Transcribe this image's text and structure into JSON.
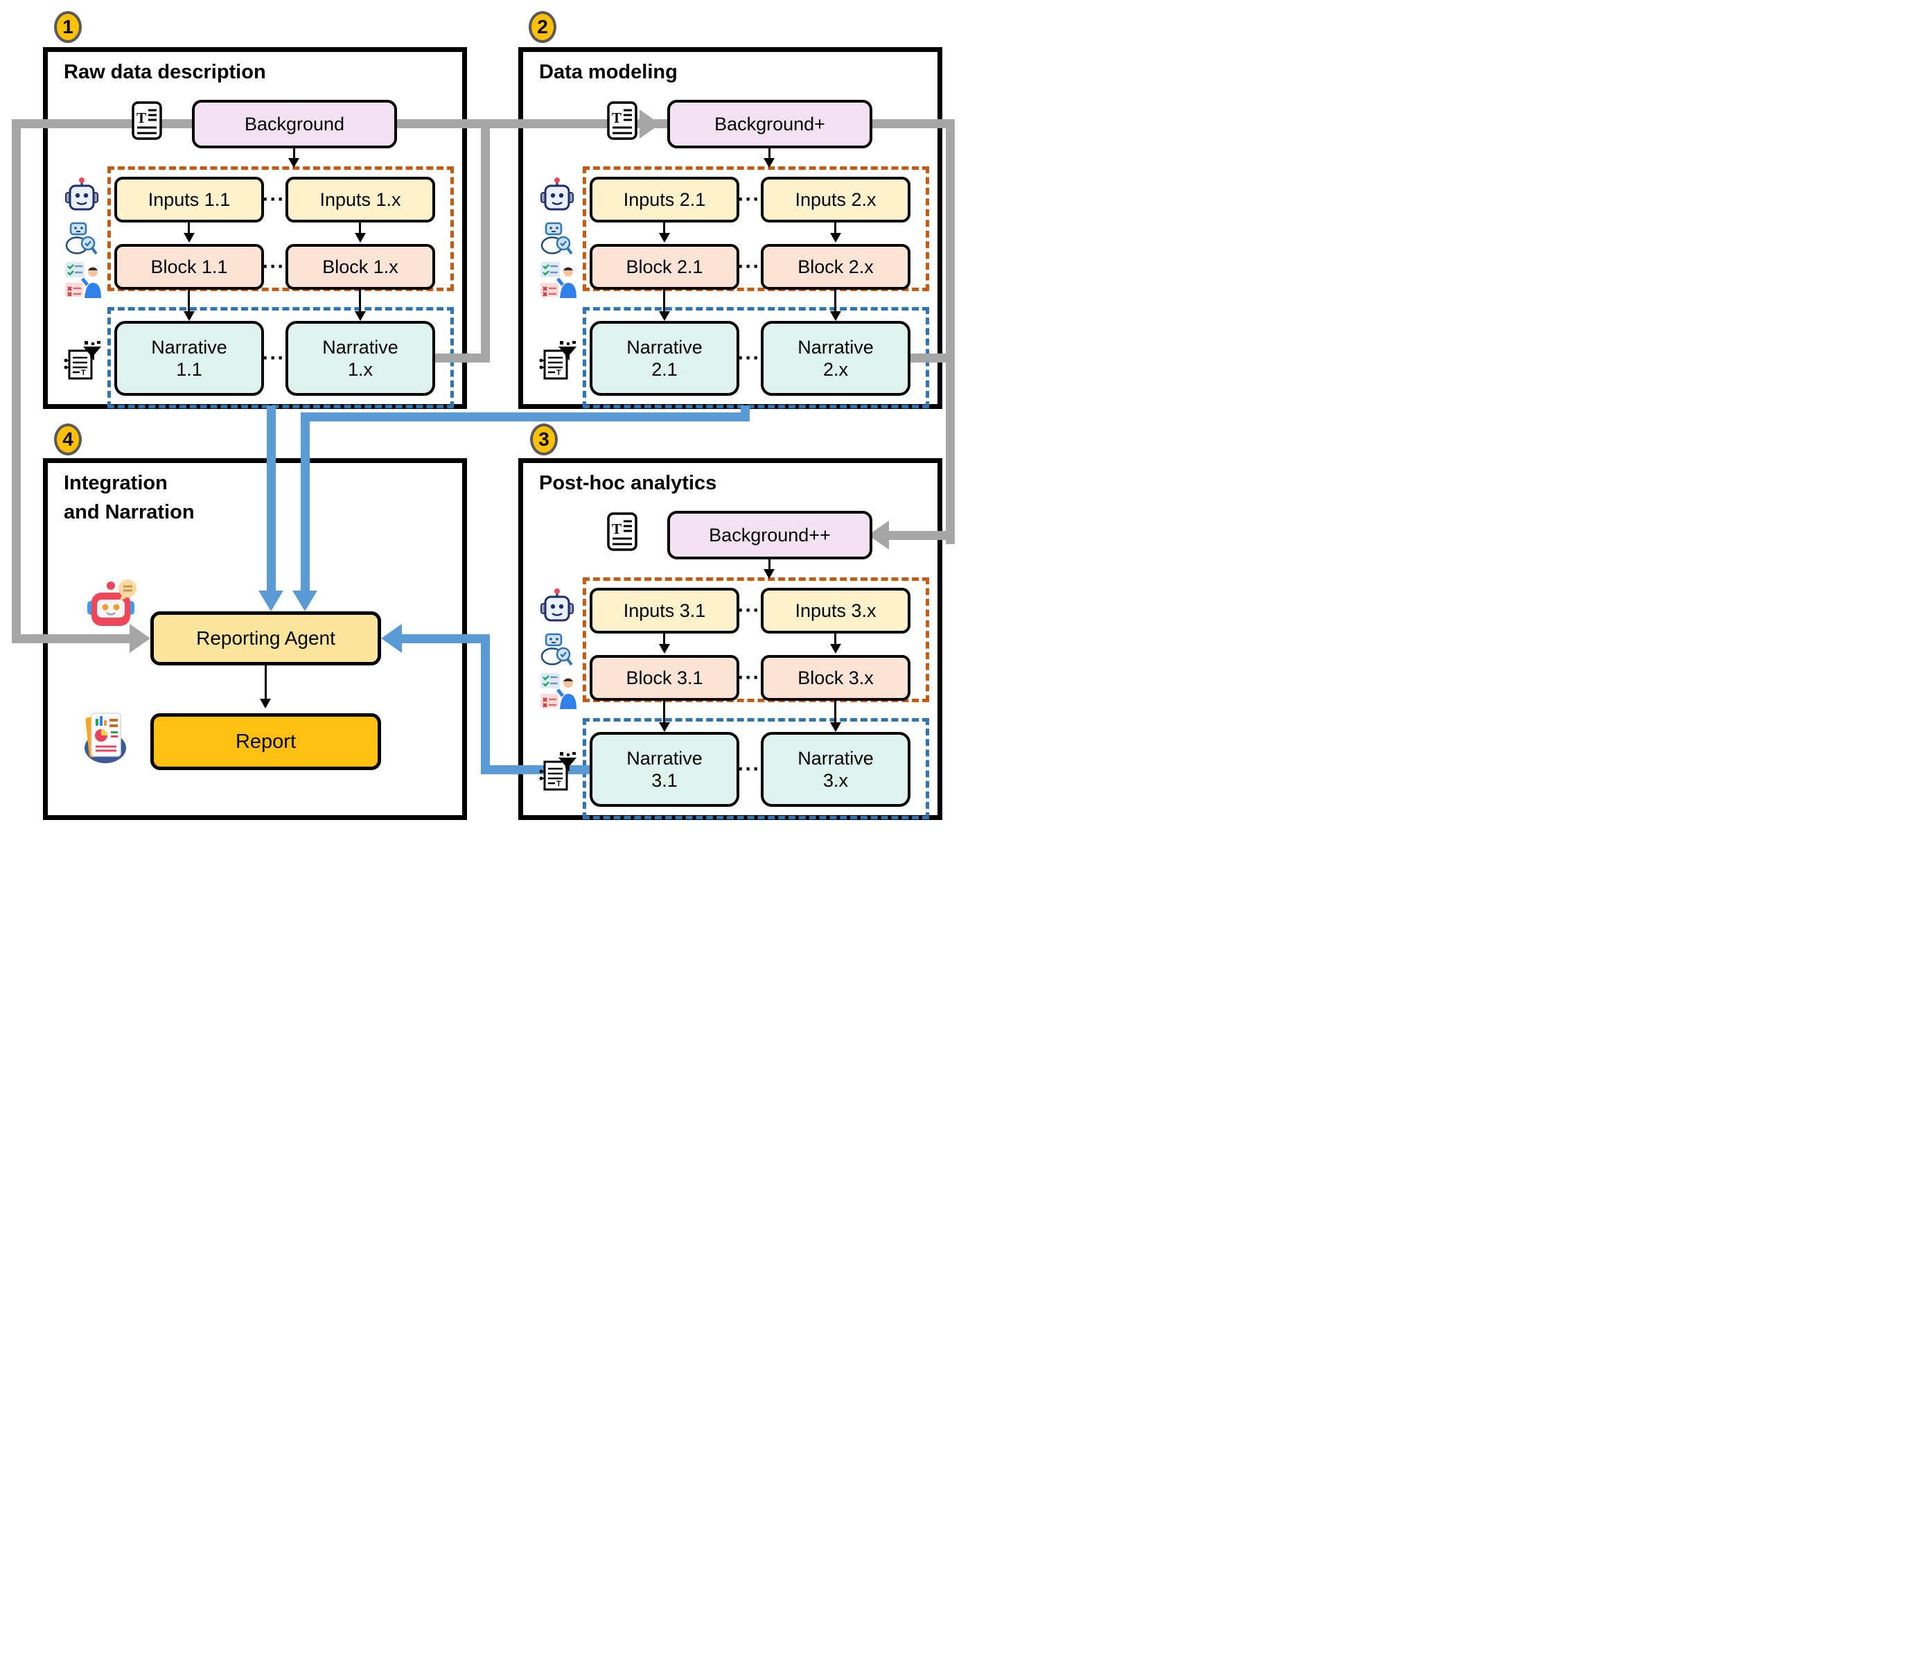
{
  "ellipsis": "···",
  "badges": [
    "1",
    "2",
    "3",
    "4"
  ],
  "colors": {
    "gray_connector": "#A6A6A6",
    "blue_connector": "#5B9BD5",
    "orange_dashed_group": "#C55A11",
    "blue_dashed_group": "#2E75B6",
    "badge_fill": "#FFC000",
    "badge_border": "#58595B",
    "background_box_fill": "#F2E2F2",
    "inputs_box_fill": "#FDF2CC",
    "block_box_fill": "#FBE3D6",
    "narrative_box_fill": "#DEF2EE",
    "reporting_agent_fill": "#FBE49C",
    "report_fill": "#FFC013"
  },
  "panels": [
    {
      "badge": "1",
      "title": "Raw data description",
      "background": "Background",
      "inputs": [
        "Inputs 1.1",
        "Inputs 1.x"
      ],
      "blocks": [
        "Block 1.1",
        "Block 1.x"
      ],
      "narratives": [
        {
          "l1": "Narrative",
          "l2": "1.1"
        },
        {
          "l1": "Narrative",
          "l2": "1.x"
        }
      ]
    },
    {
      "badge": "2",
      "title": "Data modeling",
      "background": "Background+",
      "inputs": [
        "Inputs 2.1",
        "Inputs 2.x"
      ],
      "blocks": [
        "Block 2.1",
        "Block 2.x"
      ],
      "narratives": [
        {
          "l1": "Narrative",
          "l2": "2.1"
        },
        {
          "l1": "Narrative",
          "l2": "2.x"
        }
      ]
    },
    {
      "badge": "3",
      "title": "Post-hoc analytics",
      "background": "Background++",
      "inputs": [
        "Inputs 3.1",
        "Inputs 3.x"
      ],
      "blocks": [
        "Block 3.1",
        "Block 3.x"
      ],
      "narratives": [
        {
          "l1": "Narrative",
          "l2": "3.1"
        },
        {
          "l1": "Narrative",
          "l2": "3.x"
        }
      ]
    }
  ],
  "integration": {
    "badge": "4",
    "title_line1": "Integration",
    "title_line2": "and Narration",
    "agent": "Reporting Agent",
    "report": "Report"
  },
  "icons": {
    "per_panel": [
      "document-text-icon",
      "robot-agent-icon",
      "review-bot-magnifier-icon",
      "human-checklist-icon",
      "narrative-filter-doc-icon"
    ],
    "integration_panel": [
      "chat-robot-icon",
      "report-document-icon"
    ]
  }
}
